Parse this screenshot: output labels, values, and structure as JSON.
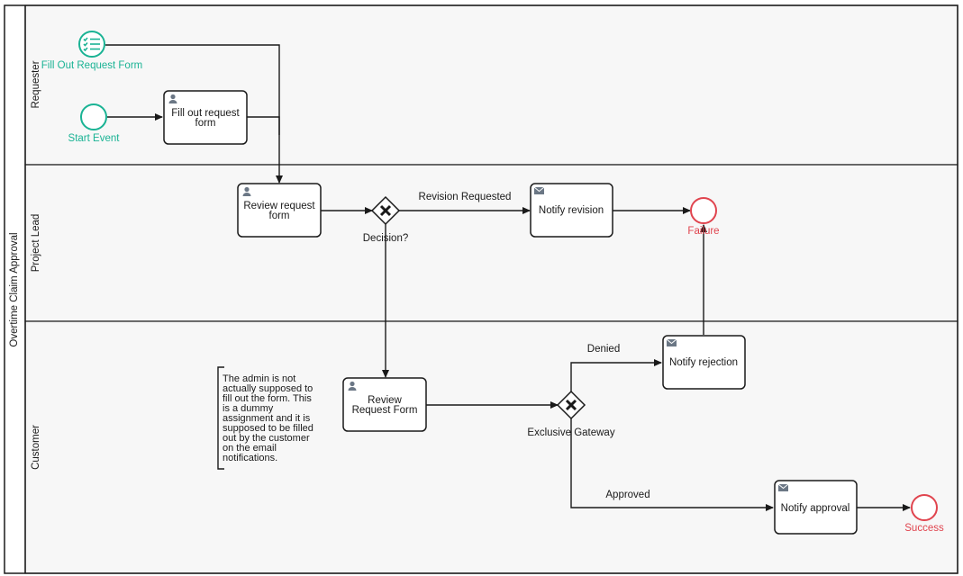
{
  "pool": {
    "label": "Overtime Claim Approval"
  },
  "lanes": [
    {
      "label": "Requester"
    },
    {
      "label": "Project Lead"
    },
    {
      "label": "Customer"
    }
  ],
  "events": {
    "form_start": {
      "label": "Fill Out Request Form"
    },
    "start": {
      "label": "Start Event"
    },
    "failure": {
      "label": "Failure"
    },
    "success": {
      "label": "Success"
    }
  },
  "tasks": {
    "fill_out": {
      "lines": [
        "Fill out request",
        "form"
      ],
      "icon": "user-icon"
    },
    "review_request": {
      "lines": [
        "Review request",
        "form"
      ],
      "icon": "user-icon"
    },
    "notify_revision": {
      "lines": [
        "Notify revision"
      ],
      "icon": "envelope-icon"
    },
    "review_customer": {
      "lines": [
        "Review",
        "Request Form"
      ],
      "icon": "user-icon"
    },
    "notify_rejection": {
      "lines": [
        "Notify rejection"
      ],
      "icon": "envelope-icon"
    },
    "notify_approval": {
      "lines": [
        "Notify approval"
      ],
      "icon": "envelope-icon"
    }
  },
  "gateways": {
    "decision": {
      "label": "Decision?"
    },
    "exclusive": {
      "label": "Exclusive Gateway"
    }
  },
  "flow_labels": {
    "revision_requested": "Revision Requested",
    "denied": "Denied",
    "approved": "Approved"
  },
  "annotation": {
    "lines": [
      "The admin is not",
      "actually supposed to",
      "fill out the form. This",
      "is a dummy",
      "assignment and it is",
      "supposed to be filled",
      "out by the customer",
      "on the email",
      "notifications."
    ]
  },
  "colors": {
    "start_event": "#1ab394",
    "end_event": "#e0444e",
    "icon_gray": "#6b7785",
    "lane_background": "#f7f7f7"
  }
}
